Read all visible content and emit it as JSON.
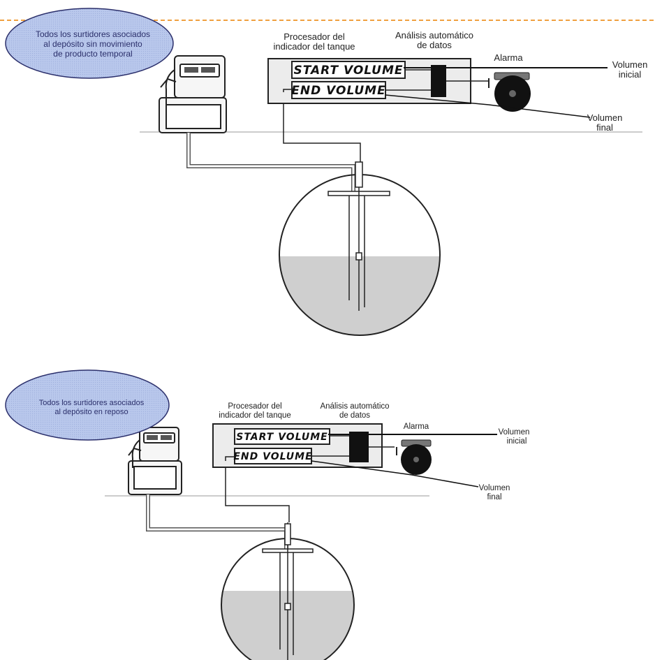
{
  "top": {
    "callout": [
      "Todos los surtidores asociados",
      "al depósito sin movimiento",
      "de producto temporal"
    ],
    "processor": [
      "Procesador del",
      "indicador del tanque"
    ],
    "analysis": [
      "Análisis automático",
      "de datos"
    ],
    "alarm": "Alarma",
    "start_display": "START VOLUME",
    "end_display": "END VOLUME",
    "start_label": [
      "Volumen",
      "inicial"
    ],
    "end_label": [
      "Volumen",
      "final"
    ]
  },
  "bottom": {
    "callout": [
      "Todos los surtidores asociados",
      "al depósito en reposo"
    ],
    "processor": [
      "Procesador del",
      "indicador del tanque"
    ],
    "analysis": [
      "Análisis automático",
      "de datos"
    ],
    "alarm": "Alarma",
    "start_display": "START VOLUME",
    "end_display": "END VOLUME",
    "start_label": [
      "Volumen",
      "inicial"
    ],
    "end_label": [
      "Volumen",
      "final"
    ]
  },
  "colors": {
    "divider": "#f0a040",
    "oval_fill": "#b9c8ec",
    "oval_stroke": "#2b2f6b",
    "fuel": "#cfcfcf",
    "display_box": "#e6e6e6"
  }
}
